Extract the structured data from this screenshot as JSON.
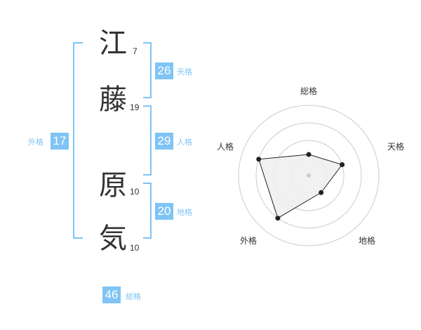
{
  "name_chars": [
    {
      "char": "江",
      "strokes": "7"
    },
    {
      "char": "藤",
      "strokes": "19"
    },
    {
      "char": "原",
      "strokes": "10"
    },
    {
      "char": "気",
      "strokes": "10"
    }
  ],
  "fortunes": {
    "tenkaku": {
      "value": "26",
      "label": "天格"
    },
    "jinkaku": {
      "value": "29",
      "label": "人格"
    },
    "chikaku": {
      "value": "20",
      "label": "地格"
    },
    "gaikaku": {
      "value": "17",
      "label": "外格"
    },
    "soukaku": {
      "value": "46",
      "label": "総格"
    }
  },
  "chart_data": {
    "type": "radar",
    "axes": [
      "総格",
      "天格",
      "地格",
      "外格",
      "人格"
    ],
    "rings": 4,
    "values": [
      1.2,
      2.0,
      1.2,
      3.0,
      3.0
    ],
    "max": 4
  },
  "colors": {
    "accent": "#7fc4f5",
    "text": "#333333",
    "grid": "#cccccc",
    "fill": "#eeeeee",
    "line": "#222222"
  }
}
